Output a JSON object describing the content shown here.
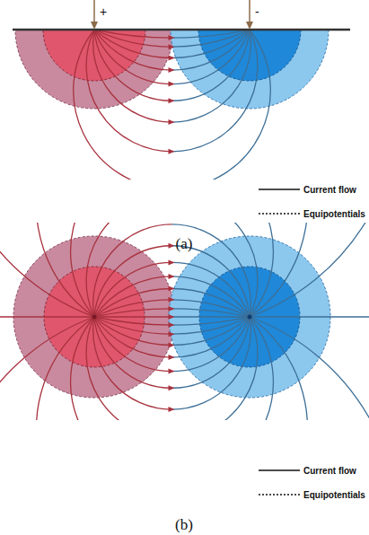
{
  "diagram": {
    "labels": [
      "+",
      "-",
      "(a)",
      "(b)"
    ],
    "legend": [
      {
        "text": "Current flow"
      },
      {
        "text": "Equipotentials"
      },
      {
        "text": "Current flow"
      },
      {
        "text": "Equipotentials"
      }
    ]
  }
}
